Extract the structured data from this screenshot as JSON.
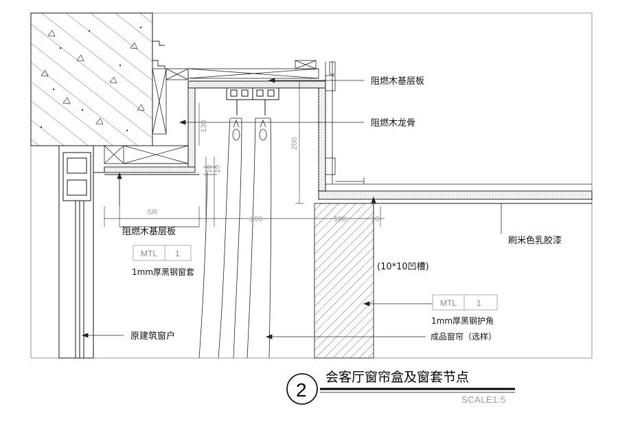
{
  "labels": {
    "fire_board_top": "阻燃木基层板",
    "fire_keel": "阻燃木龙骨",
    "paint": "刷米色乳胶漆",
    "fire_board_bottom": "阻燃木基层板",
    "mtl_tag_left": "MTL",
    "mtl_num_left": "1",
    "steel_frame": "1mm厚黑钢窗套",
    "groove": "(10*10凹槽)",
    "mtl_tag_right": "MTL",
    "mtl_num_right": "1",
    "steel_corner": "1mm厚黑钢护角",
    "curtain": "成品窗帘（选样）",
    "window": "原建筑窗户"
  },
  "dimensions": {
    "d130": "130",
    "d200_vert": "200",
    "d10a": "10",
    "d10b": "10",
    "sr": "SR",
    "d200_horiz": "200",
    "d100": "100",
    "d10c": "10"
  },
  "title": {
    "number": "2",
    "text": "会客厅窗帘盒及窗套节点",
    "scale": "SCALE1:5"
  }
}
